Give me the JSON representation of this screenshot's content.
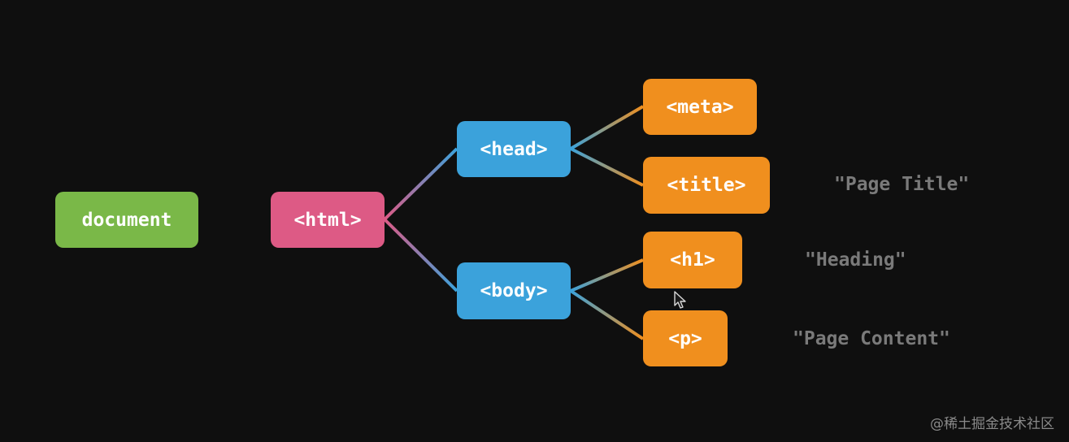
{
  "nodes": {
    "document": "document",
    "html": "<html>",
    "head": "<head>",
    "body": "<body>",
    "meta": "<meta>",
    "title": "<title>",
    "h1": "<h1>",
    "p": "<p>"
  },
  "text_nodes": {
    "page_title": "\"Page Title\"",
    "heading": "\"Heading\"",
    "page_content": "\"Page Content\""
  },
  "watermark": "@稀土掘金技术社区",
  "colors": {
    "background": "#0f0f0f",
    "document": "#7ab848",
    "html": "#dd5a85",
    "head_body": "#3ba2db",
    "leaf_elements": "#f08f1e",
    "text_node": "#7a7a7a"
  }
}
